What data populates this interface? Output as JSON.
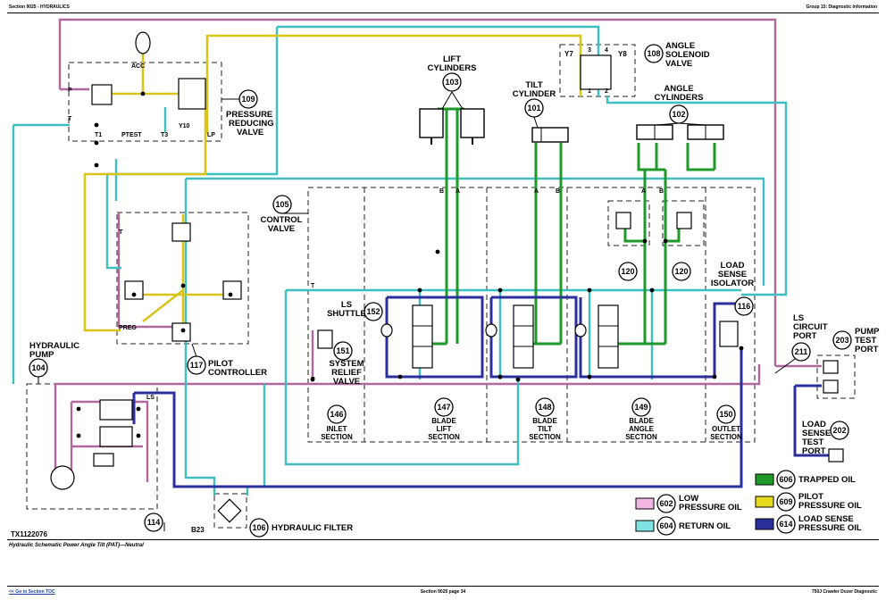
{
  "header": {
    "left": "Section 9025 - HYDRAULICS",
    "right": "Group 15: Diagnostic Information"
  },
  "footer": {
    "left": "<< Go to Section TOC",
    "center": "Section 9025 page 34",
    "right": "750J Crawler Dozer Diagnostic"
  },
  "figure": {
    "id": "TX1122076",
    "caption": "Hydraulic Schematic Power Angle Tilt (PAT)—Neutral"
  },
  "colors": {
    "low_pressure": "#b0679c",
    "return": "#3ebebe",
    "pilot": "#d8c41a",
    "trapped": "#1e9a2a",
    "load_sense": "#2b2f9c"
  },
  "components": {
    "lift_cylinders": {
      "num": "103",
      "line1": "LIFT",
      "line2": "CYLINDERS"
    },
    "tilt_cylinder": {
      "num": "101",
      "line1": "TILT",
      "line2": "CYLINDER"
    },
    "angle_cylinders": {
      "num": "102",
      "line1": "ANGLE",
      "line2": "CYLINDERS"
    },
    "angle_solenoid": {
      "num": "108",
      "line1": "ANGLE",
      "line2": "SOLENOID",
      "line3": "VALVE"
    },
    "pressure_reducing": {
      "num": "109",
      "line1": "PRESSURE",
      "line2": "REDUCING",
      "line3": "VALVE"
    },
    "control_valve": {
      "num": "105",
      "line1": "CONTROL",
      "line2": "VALVE"
    },
    "pilot_controller": {
      "num": "117",
      "line1": "PILOT",
      "line2": "CONTROLLER"
    },
    "hydraulic_pump": {
      "num": "104",
      "line1": "HYDRAULIC",
      "line2": "PUMP"
    },
    "hydraulic_filter": {
      "num": "106",
      "label": "HYDRAULIC FILTER"
    },
    "reservoir": {
      "num": "114"
    },
    "ls_shuttle": {
      "num": "152",
      "line1": "LS",
      "line2": "SHUTTLE"
    },
    "system_relief": {
      "num": "151",
      "line1": "SYSTEM",
      "line2": "RELIEF",
      "line3": "VALVE"
    },
    "inlet_section": {
      "num": "146",
      "line1": "INLET",
      "line2": "SECTION"
    },
    "blade_lift_section": {
      "num": "147",
      "line1": "BLADE",
      "line2": "LIFT",
      "line3": "SECTION"
    },
    "blade_tilt_section": {
      "num": "148",
      "line1": "BLADE",
      "line2": "TILT",
      "line3": "SECTION"
    },
    "blade_angle_section": {
      "num": "149",
      "line1": "BLADE",
      "line2": "ANGLE",
      "line3": "SECTION"
    },
    "outlet_section": {
      "num": "150",
      "line1": "OUTLET",
      "line2": "SECTION"
    },
    "load_sense_isolator": {
      "num": "116",
      "line1": "LOAD",
      "line2": "SENSE",
      "line3": "ISOLATOR"
    },
    "ls_circuit_port": {
      "num": "211",
      "line1": "LS",
      "line2": "CIRCUIT",
      "line3": "PORT"
    },
    "pump_test_port": {
      "num": "203",
      "line1": "PUMP",
      "line2": "TEST",
      "line3": "PORT"
    },
    "load_sense_test_port": {
      "num": "202",
      "line1": "LOAD",
      "line2": "SENSE",
      "line3": "TEST",
      "line4": "PORT"
    },
    "relief_left": {
      "num": "120"
    },
    "relief_right": {
      "num": "120"
    }
  },
  "ports": {
    "acc": "ACC",
    "p": "P",
    "t": "T",
    "t1": "T1",
    "ptest": "PTEST",
    "t3": "T3",
    "lp": "LP",
    "y10": "Y10",
    "y7": "Y7",
    "y8": "Y8",
    "n1": "1",
    "n2": "2",
    "n3": "3",
    "n4": "4",
    "a": "A",
    "b": "B",
    "preg": "PREG",
    "ls": "LS",
    "b23": "B23"
  },
  "legend": [
    {
      "num": "602",
      "line1": "LOW",
      "line2": "PRESSURE OIL",
      "color": "#f2b6e2"
    },
    {
      "num": "604",
      "line1": "RETURN OIL",
      "line2": "",
      "color": "#7fe3e3"
    },
    {
      "num": "606",
      "line1": "TRAPPED OIL",
      "line2": "",
      "color": "#1e9a2a"
    },
    {
      "num": "609",
      "line1": "PILOT",
      "line2": "PRESSURE OIL",
      "color": "#e6da1f"
    },
    {
      "num": "614",
      "line1": "LOAD SENSE",
      "line2": "PRESSURE OIL",
      "color": "#2b2f9c"
    }
  ]
}
